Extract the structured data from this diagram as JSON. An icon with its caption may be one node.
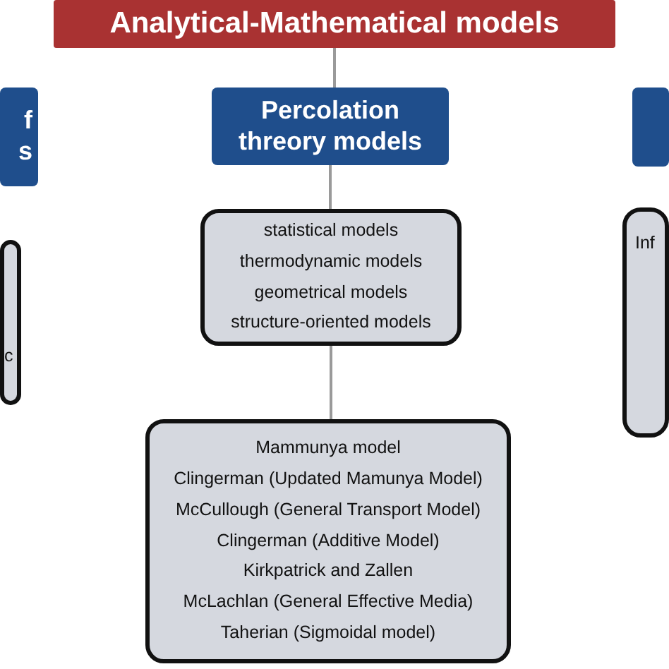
{
  "diagram": {
    "nodes": [
      {
        "text": [
          "Analytical-Mathematical models"
        ]
      },
      {
        "text": [
          "f s"
        ]
      },
      {
        "text": [
          "Percolation threory models"
        ]
      },
      {
        "text": [],
        "shape": "box"
      },
      {
        "text": [
          "c"
        ]
      },
      {
        "text": [
          "statistical models",
          "thermodynamic models",
          "geometrical models",
          "structure-oriented models"
        ]
      },
      {
        "text": [
          "Inf"
        ]
      },
      {
        "text": [
          "Mammunya model",
          "Clingerman (Updated Mamunya Model)",
          "McCullough (General Transport Model)",
          "Clingerman (Additive Model)",
          "Kirkpatrick and Zallen",
          "McLachlan (General Effective Media)",
          "Taherian (Sigmoidal model)"
        ]
      }
    ],
    "edges": [
      {
        "from": 0,
        "to": 2,
        "arrow": "none"
      },
      {
        "from": 2,
        "to": 5,
        "arrow": "none"
      },
      {
        "from": 5,
        "to": 7,
        "arrow": "none"
      }
    ]
  }
}
